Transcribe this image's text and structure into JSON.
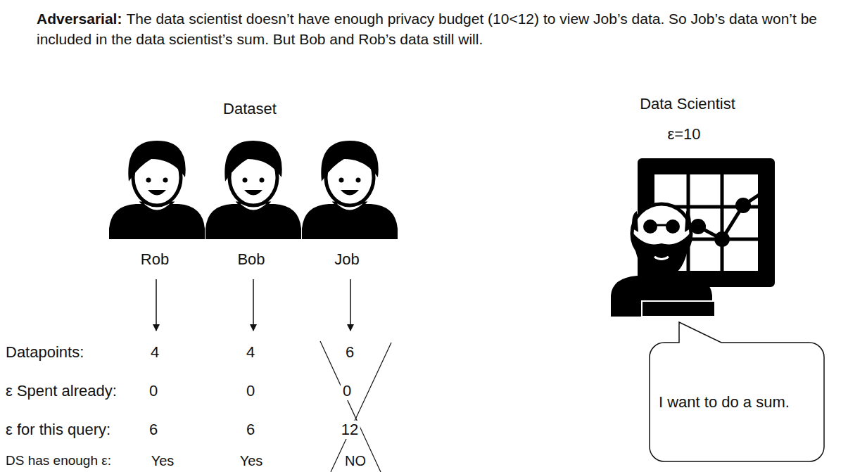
{
  "diagram": {
    "title": "Adversarial:",
    "nodes": [
      {
        "text": [
          "I want to do a sum."
        ]
      }
    ],
    "labels": [
      "The data scientist doesn’t have enough privacy budget (10<12) to view Job’s data. So Job’s data won’t be included in the data scientist’s sum. But Bob and Rob’s data still will.",
      "Dataset",
      "Rob",
      "Bob",
      "Job",
      "Datapoints:",
      "4",
      "4",
      "6",
      "ε Spent already:",
      "0",
      "0",
      "0",
      "ε for this query:",
      "6",
      "6",
      "12",
      "DS has enough ε:",
      "Yes",
      "Yes",
      "NO",
      "Data Scientist",
      "ε=10"
    ]
  }
}
